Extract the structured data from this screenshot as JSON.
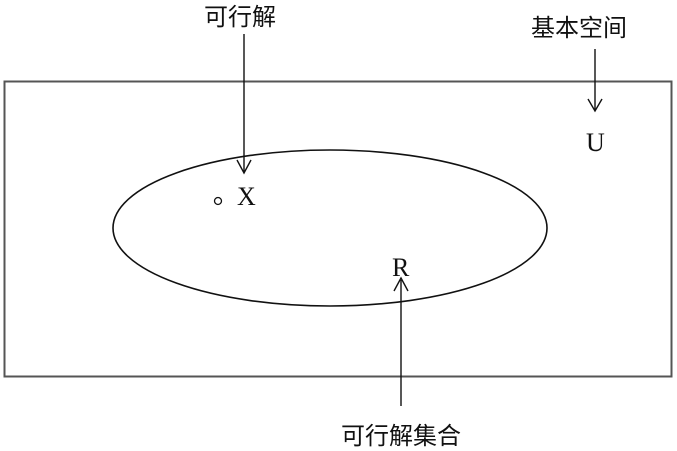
{
  "diagram": {
    "labels": {
      "feasible_solution": "可行解",
      "basic_space": "基本空间",
      "feasible_set": "可行解集合",
      "x_symbol": "X",
      "u_symbol": "U",
      "r_symbol": "R"
    },
    "colors": {
      "line": "#111111",
      "border": "#555555",
      "background": "#ffffff"
    }
  }
}
